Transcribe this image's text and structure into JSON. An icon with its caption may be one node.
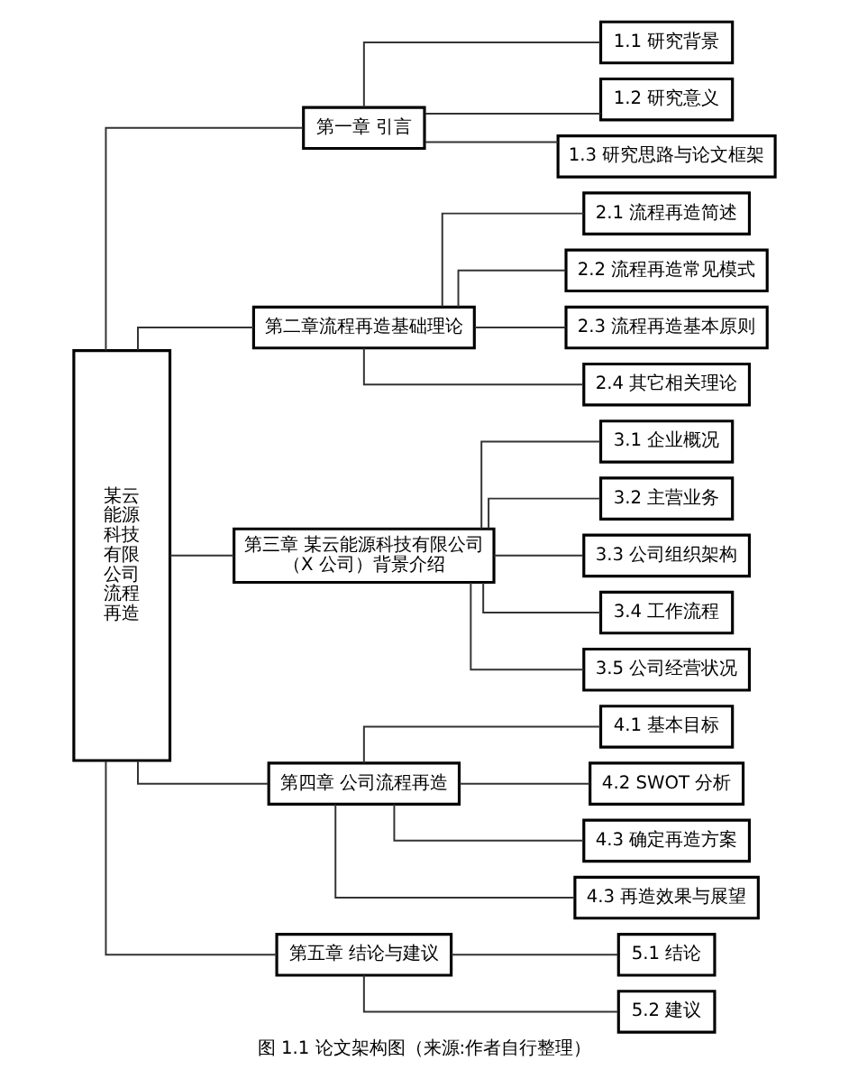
{
  "diagram": {
    "caption": "图 1.1 论文架构图（来源:作者自行整理）",
    "nodes": [
      {
        "text": [
          "某云能源科技有限公司流程再造"
        ]
      },
      {
        "text": [
          "第一章 引言"
        ]
      },
      {
        "text": [
          "1.1 研究背景"
        ]
      },
      {
        "text": [
          "1.2 研究意义"
        ]
      },
      {
        "text": [
          "1.3 研究思路与论文框架"
        ]
      },
      {
        "text": [
          "第二章流程再造基础理论"
        ]
      },
      {
        "text": [
          "2.1 流程再造简述"
        ]
      },
      {
        "text": [
          "2.2 流程再造常见模式"
        ]
      },
      {
        "text": [
          "2.3 流程再造基本原则"
        ]
      },
      {
        "text": [
          "2.4 其它相关理论"
        ]
      },
      {
        "text": [
          "第三章 某云能源科技有限公司（X 公司）背景介绍"
        ]
      },
      {
        "text": [
          "3.1 企业概况"
        ]
      },
      {
        "text": [
          "3.2 主营业务"
        ]
      },
      {
        "text": [
          "3.3 公司组织架构"
        ]
      },
      {
        "text": [
          "3.4 工作流程"
        ]
      },
      {
        "text": [
          "3.5 公司经营状况"
        ]
      },
      {
        "text": [
          "第四章 公司流程再造"
        ]
      },
      {
        "text": [
          "4.1 基本目标"
        ]
      },
      {
        "text": [
          "4.2 SWOT 分析"
        ]
      },
      {
        "text": [
          "4.3 确定再造方案"
        ]
      },
      {
        "text": [
          "4.3 再造效果与展望"
        ]
      },
      {
        "text": [
          "第五章 结论与建议"
        ]
      },
      {
        "text": [
          "5.1 结论"
        ]
      },
      {
        "text": [
          "5.2 建议"
        ]
      }
    ],
    "edges": [
      {
        "from": 0,
        "to": 1,
        "arrow": "none"
      },
      {
        "from": 0,
        "to": 5,
        "arrow": "none"
      },
      {
        "from": 0,
        "to": 10,
        "arrow": "none"
      },
      {
        "from": 0,
        "to": 16,
        "arrow": "none"
      },
      {
        "from": 0,
        "to": 21,
        "arrow": "none"
      },
      {
        "from": 1,
        "to": 2,
        "arrow": "none"
      },
      {
        "from": 1,
        "to": 3,
        "arrow": "none"
      },
      {
        "from": 1,
        "to": 4,
        "arrow": "none"
      },
      {
        "from": 5,
        "to": 6,
        "arrow": "none"
      },
      {
        "from": 5,
        "to": 7,
        "arrow": "none"
      },
      {
        "from": 5,
        "to": 8,
        "arrow": "none"
      },
      {
        "from": 5,
        "to": 9,
        "arrow": "none"
      },
      {
        "from": 10,
        "to": 11,
        "arrow": "none"
      },
      {
        "from": 10,
        "to": 12,
        "arrow": "none"
      },
      {
        "from": 10,
        "to": 13,
        "arrow": "none"
      },
      {
        "from": 10,
        "to": 14,
        "arrow": "none"
      },
      {
        "from": 10,
        "to": 15,
        "arrow": "none"
      },
      {
        "from": 16,
        "to": 17,
        "arrow": "none"
      },
      {
        "from": 16,
        "to": 18,
        "arrow": "none"
      },
      {
        "from": 16,
        "to": 19,
        "arrow": "none"
      },
      {
        "from": 16,
        "to": 20,
        "arrow": "none"
      },
      {
        "from": 21,
        "to": 22,
        "arrow": "none"
      },
      {
        "from": 21,
        "to": 23,
        "arrow": "none"
      }
    ]
  }
}
